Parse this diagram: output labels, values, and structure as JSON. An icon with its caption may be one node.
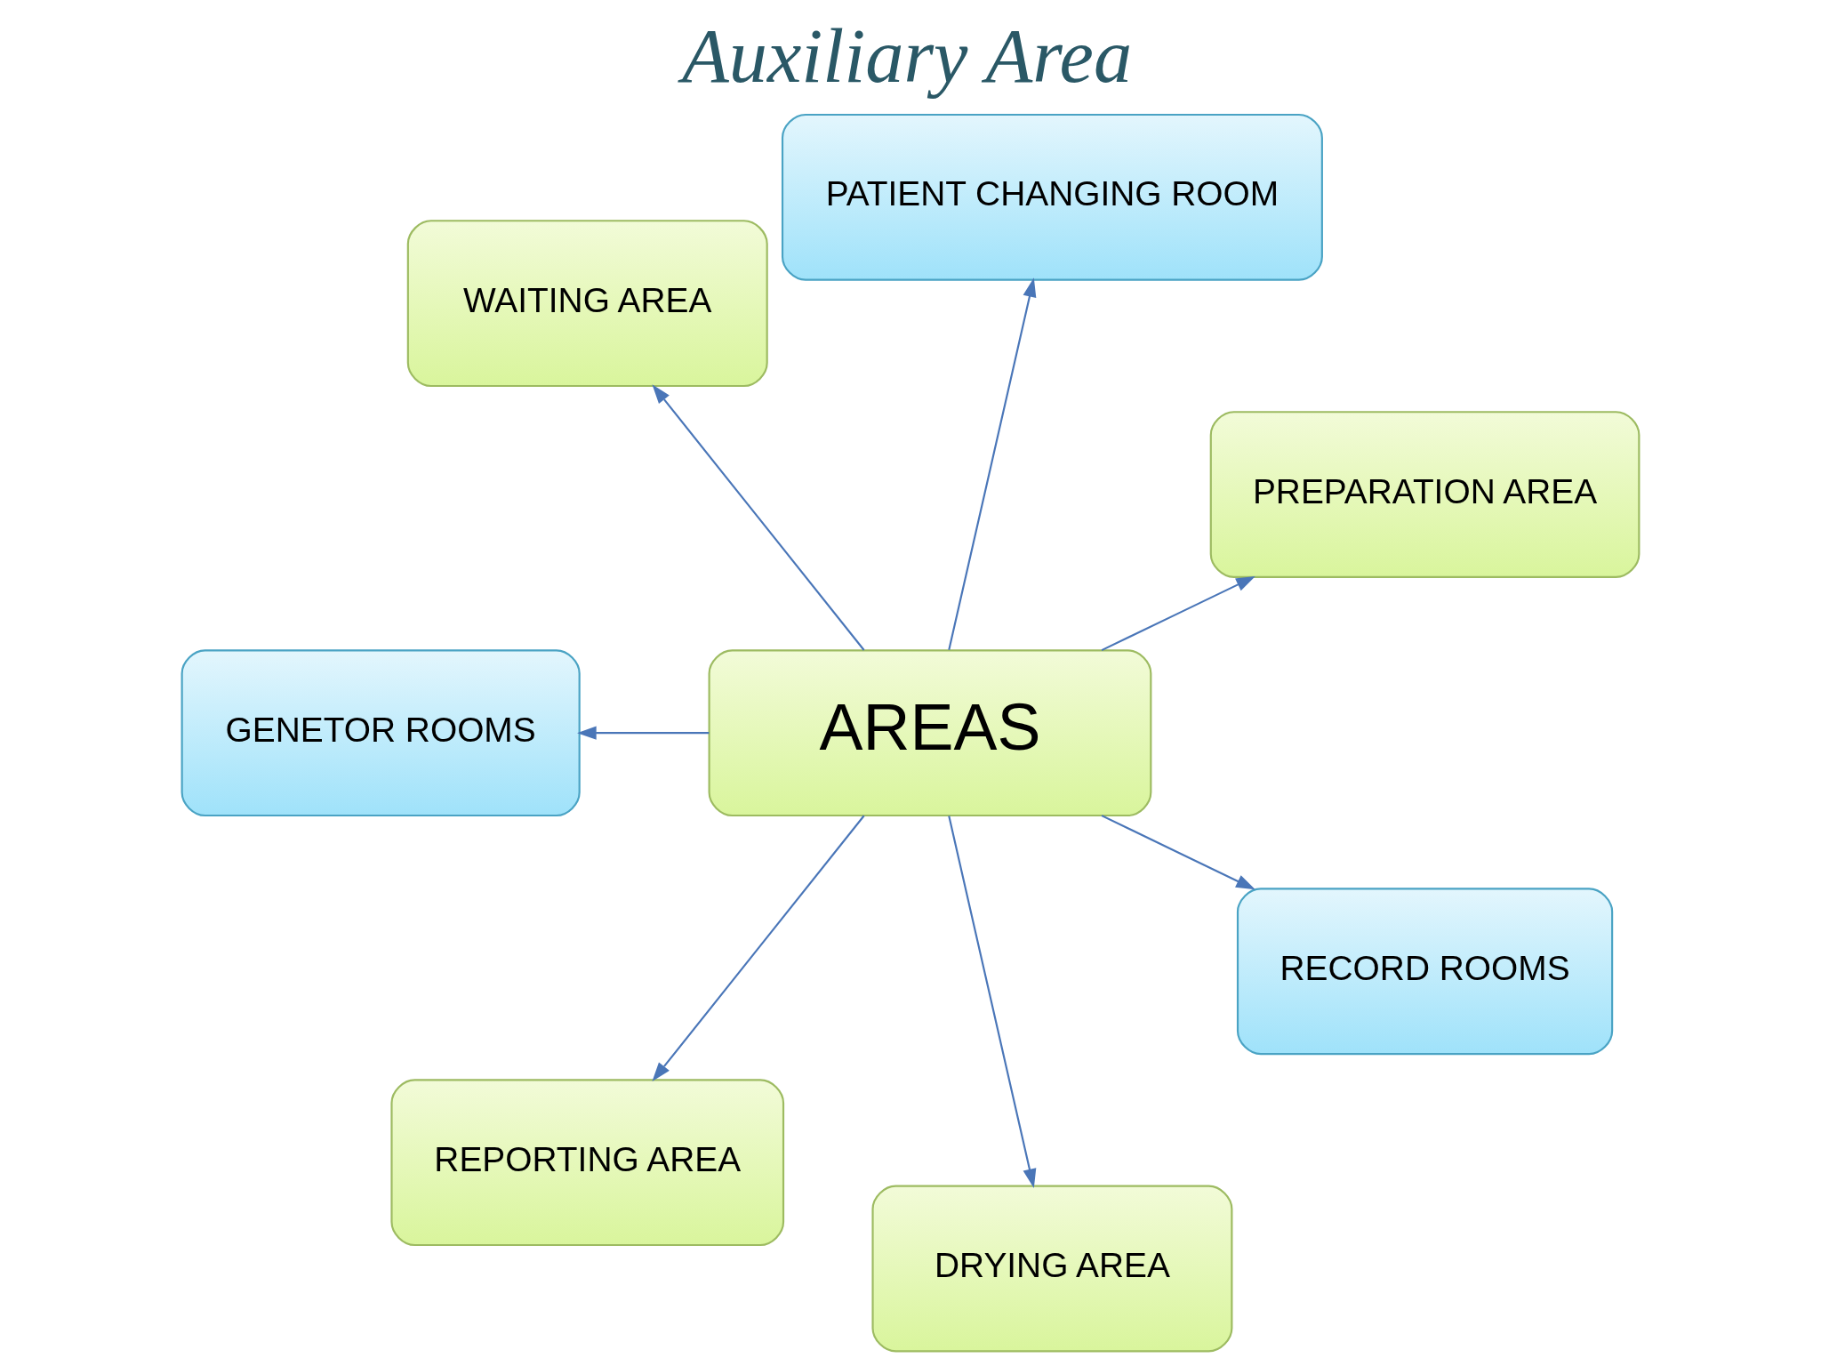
{
  "diagram": {
    "title": "Auxiliary Area",
    "nodes": [
      {
        "text": [
          "PREPARATION AREA"
        ]
      },
      {
        "text": [
          "PATIENT CHANGING ROOM"
        ]
      },
      {
        "text": [
          "WAITING AREA"
        ]
      },
      {
        "text": [
          "GENETOR ROOMS"
        ]
      },
      {
        "text": [
          "AREAS"
        ]
      },
      {
        "text": [
          "REPORTING AREA"
        ]
      },
      {
        "text": [
          "DRYING AREA"
        ]
      },
      {
        "text": [
          "RECORD ROOMS"
        ]
      }
    ],
    "edges": [
      {
        "from": 4,
        "to": 0,
        "arrow": "to"
      },
      {
        "from": 4,
        "to": 1,
        "arrow": "to"
      },
      {
        "from": 4,
        "to": 2,
        "arrow": "to"
      },
      {
        "from": 4,
        "to": 3,
        "arrow": "to"
      },
      {
        "from": 4,
        "to": 5,
        "arrow": "to"
      },
      {
        "from": 4,
        "to": 6,
        "arrow": "to"
      },
      {
        "from": 4,
        "to": 7,
        "arrow": "to"
      }
    ]
  }
}
